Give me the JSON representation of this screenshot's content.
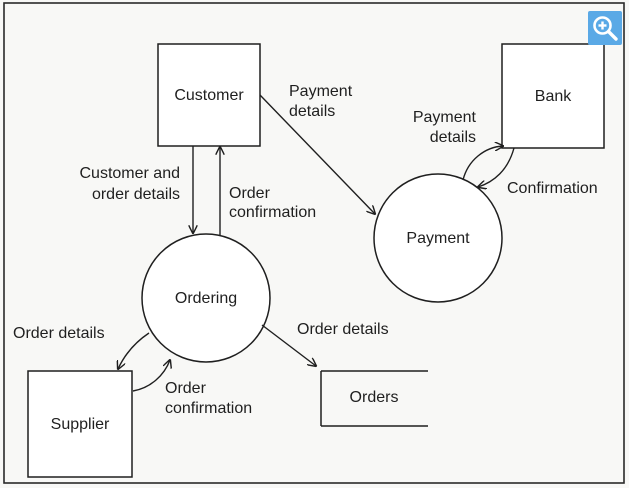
{
  "nodes": {
    "customer": "Customer",
    "bank": "Bank",
    "payment": "Payment",
    "ordering": "Ordering",
    "supplier": "Supplier",
    "orders": "Orders"
  },
  "flows": {
    "customer_to_payment": [
      "Payment",
      "details"
    ],
    "payment_to_bank": [
      "Payment",
      "details"
    ],
    "bank_to_payment": "Confirmation",
    "customer_to_ordering": [
      "Customer and",
      "order details"
    ],
    "ordering_to_customer": [
      "Order",
      "confirmation"
    ],
    "ordering_to_supplier": "Order details",
    "supplier_to_ordering": [
      "Order",
      "confirmation"
    ],
    "ordering_to_orders": "Order details"
  },
  "toolbar": {
    "zoom_icon": "zoom-in-icon"
  },
  "colors": {
    "ink": "#1f1f1f",
    "frame": "#2a2a2a",
    "zoom_button": "#5aa9e6"
  }
}
